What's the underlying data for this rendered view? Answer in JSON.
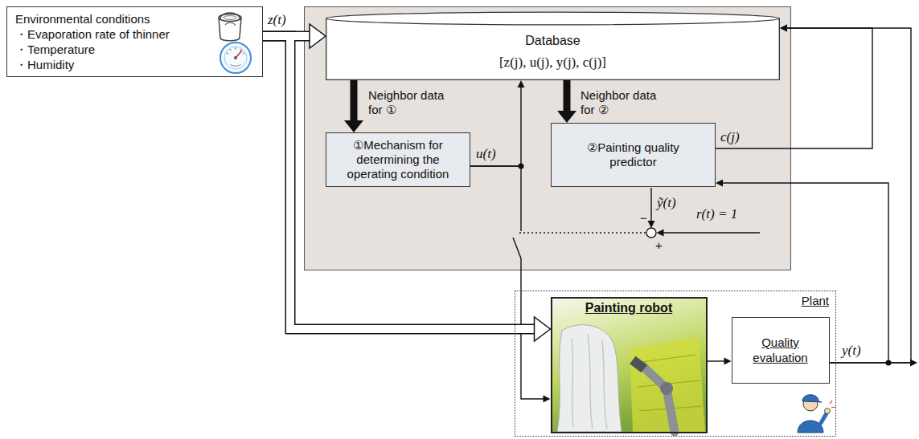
{
  "diagram": {
    "nodes": [
      {
        "text": [
          "Environmental conditions",
          "・Evaporation rate of thinner",
          "・Temperature",
          "・Humidity"
        ]
      },
      {
        "text": [
          "Database",
          "[z(j), u(j), y(j), c(j)]"
        ]
      },
      {
        "text": [
          "①Mechanism for determining the operating condition"
        ]
      },
      {
        "text": [
          "②Painting quality predictor"
        ]
      },
      {
        "text": [
          "Plant"
        ]
      },
      {
        "text": [
          "Painting robot"
        ],
        "in": 4
      },
      {
        "text": [
          "Quality evaluation"
        ],
        "in": 4
      }
    ],
    "edges": [
      {
        "from": 0,
        "to": 1,
        "arrow": "to",
        "label": "z(t)"
      },
      {
        "from": 0,
        "to": 5,
        "arrow": "to"
      },
      {
        "from": 1,
        "to": 2,
        "arrow": "to",
        "label": "Neighbor data for ①"
      },
      {
        "from": 1,
        "to": 3,
        "arrow": "to",
        "label": "Neighbor data for ②"
      },
      {
        "from": 2,
        "to": 1,
        "arrow": "to"
      },
      {
        "from": 2,
        "to": 5,
        "arrow": "to",
        "label": "u(t)"
      },
      {
        "from": 3,
        "to": 1,
        "arrow": "to",
        "label": "c(j)"
      },
      {
        "from": 5,
        "to": 6,
        "arrow": "to"
      },
      {
        "from": 6,
        "to": 3,
        "arrow": "to"
      },
      {
        "from": 6,
        "to": 1,
        "arrow": "to"
      }
    ],
    "labels": [
      "ỹ(t)",
      "−",
      "+",
      "r(t) = 1",
      "y(t)"
    ]
  }
}
